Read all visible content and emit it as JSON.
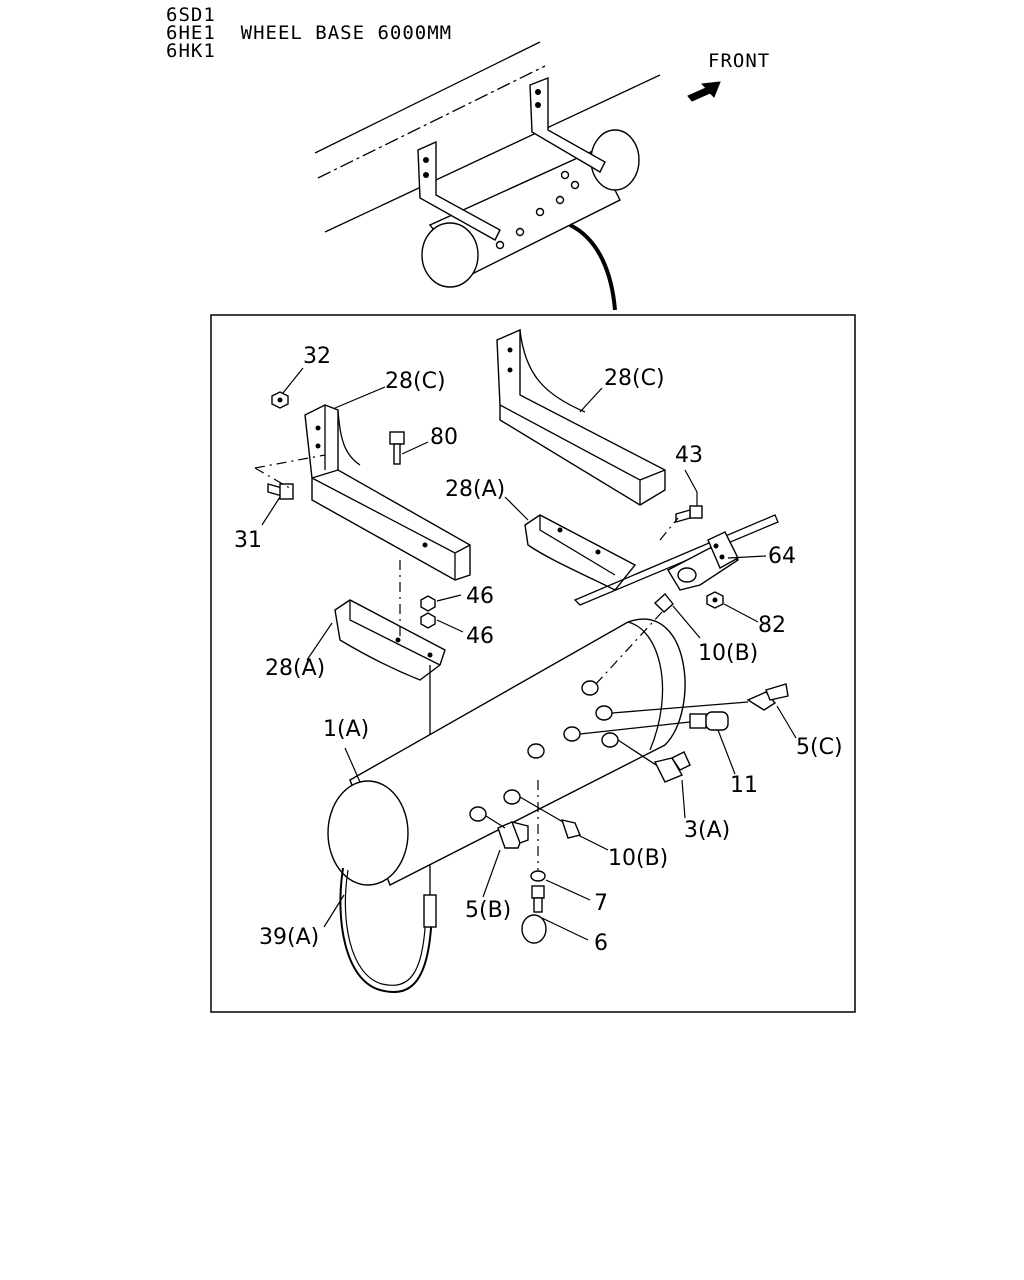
{
  "header": {
    "models": [
      "6SD1",
      "6HE1",
      "6HK1"
    ],
    "wheel_base": "WHEEL BASE 6000MM",
    "front_label": "FRONT"
  },
  "callouts": {
    "c32": "32",
    "c28c_left": "28(C)",
    "c80": "80",
    "c31": "31",
    "c28c_right": "28(C)",
    "c43": "43",
    "c28a_upper": "28(A)",
    "c64": "64",
    "c46_a": "46",
    "c46_b": "46",
    "c82": "82",
    "c28a_lower": "28(A)",
    "c10b_upper": "10(B)",
    "c1a": "1(A)",
    "c5c": "5(C)",
    "c11": "11",
    "c3a": "3(A)",
    "c10b_lower": "10(B)",
    "c7": "7",
    "c5b": "5(B)",
    "c6": "6",
    "c39a": "39(A)"
  }
}
